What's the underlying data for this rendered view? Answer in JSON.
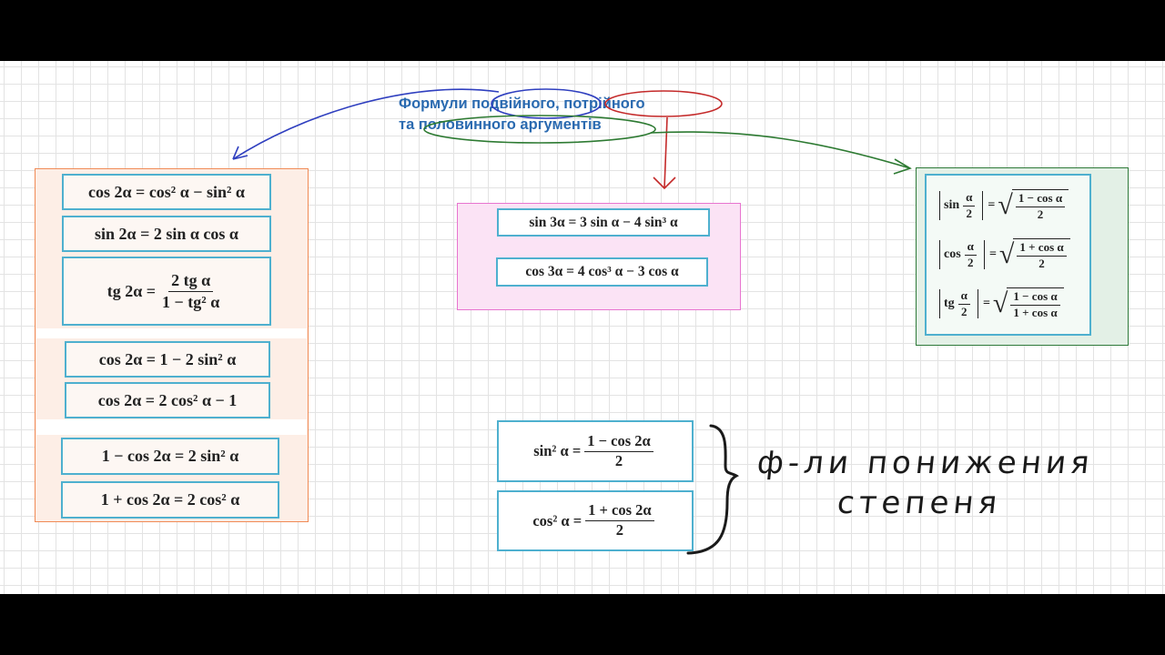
{
  "header": {
    "title_line1": "Формули подвійного, потрійного",
    "title_line2": "та половинного аргументів"
  },
  "double_angle": {
    "f1": "cos 2α = cos² α − sin² α",
    "f2": "sin 2α = 2 sin α cos α",
    "f3_left": "tg 2α =",
    "f3_num": "2 tg α",
    "f3_den": "1 − tg² α",
    "f4": "cos 2α = 1 − 2 sin² α",
    "f5": "cos 2α = 2 cos² α − 1",
    "f6": "1 − cos 2α = 2 sin² α",
    "f7": "1 + cos 2α = 2 cos² α"
  },
  "triple_angle": {
    "f1": "sin 3α = 3 sin α − 4 sin³ α",
    "f2": "cos 3α = 4 cos³ α − 3 cos α"
  },
  "half_angle": {
    "f1_fn": "sin",
    "f2_fn": "cos",
    "f3_fn": "tg",
    "alpha": "α",
    "two": "2",
    "eq": "=",
    "f1_rad_num": "1 − cos α",
    "f1_rad_den": "2",
    "f2_rad_num": "1 + cos α",
    "f2_rad_den": "2",
    "f3_rad_num": "1 − cos α",
    "f3_rad_den": "1 + cos α"
  },
  "power_reduction": {
    "f1_left": "sin² α =",
    "f1_num": "1 − cos 2α",
    "f1_den": "2",
    "f2_left": "cos² α =",
    "f2_num": "1 + cos 2α",
    "f2_den": "2"
  },
  "handwritten": {
    "line1": "ф-ли понижения",
    "line2": "степеня"
  },
  "colors": {
    "title": "#2a6ab0",
    "box_border": "#4eb0cf",
    "orange_panel": "#f08a55",
    "pink_panel": "#e874cf",
    "green_panel": "#2f7a3a",
    "arrow_blue": "#2f3fbf",
    "arrow_red": "#c42a2a",
    "arrow_green": "#2d7a32"
  }
}
